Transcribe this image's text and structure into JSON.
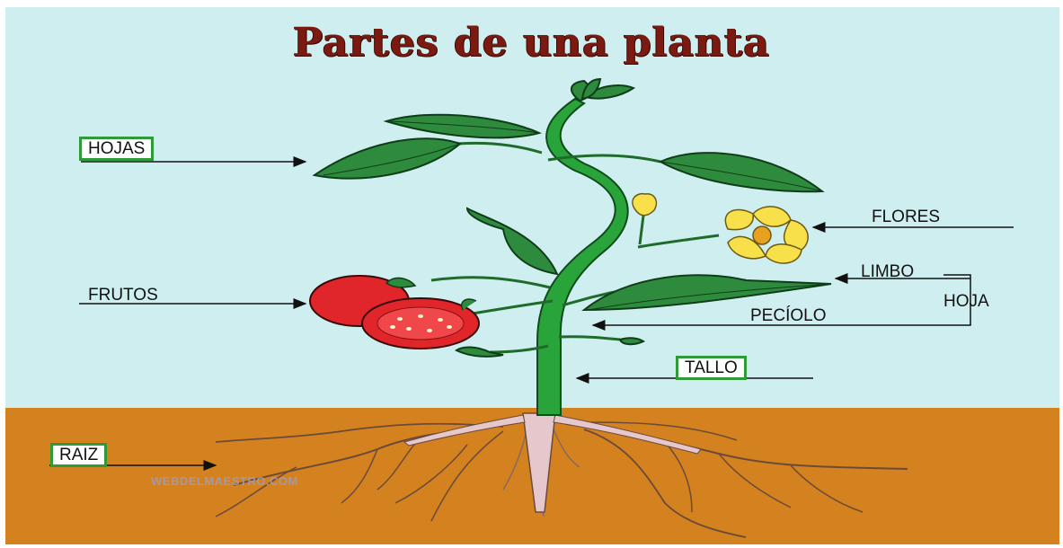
{
  "title": "Partes de una planta",
  "labels": {
    "hojas": "HOJAS",
    "frutos": "FRUTOS",
    "raiz": "RAIZ",
    "flores": "FLORES",
    "limbo": "LIMBO",
    "hoja": "HOJA",
    "peciolo": "PECÍOLO",
    "tallo": "TALLO"
  },
  "watermark": "WEBDELMAESTRO.COM",
  "colors": {
    "sky": "#cfeef0",
    "soil": "#d4811f",
    "leaf": "#2e8b3e",
    "stem": "#28a43a",
    "root": "#e6c8cc",
    "fruit": "#e0262a",
    "flower": "#f7e04a",
    "label_border": "#2f9a3a",
    "title": "#7a1a10"
  }
}
